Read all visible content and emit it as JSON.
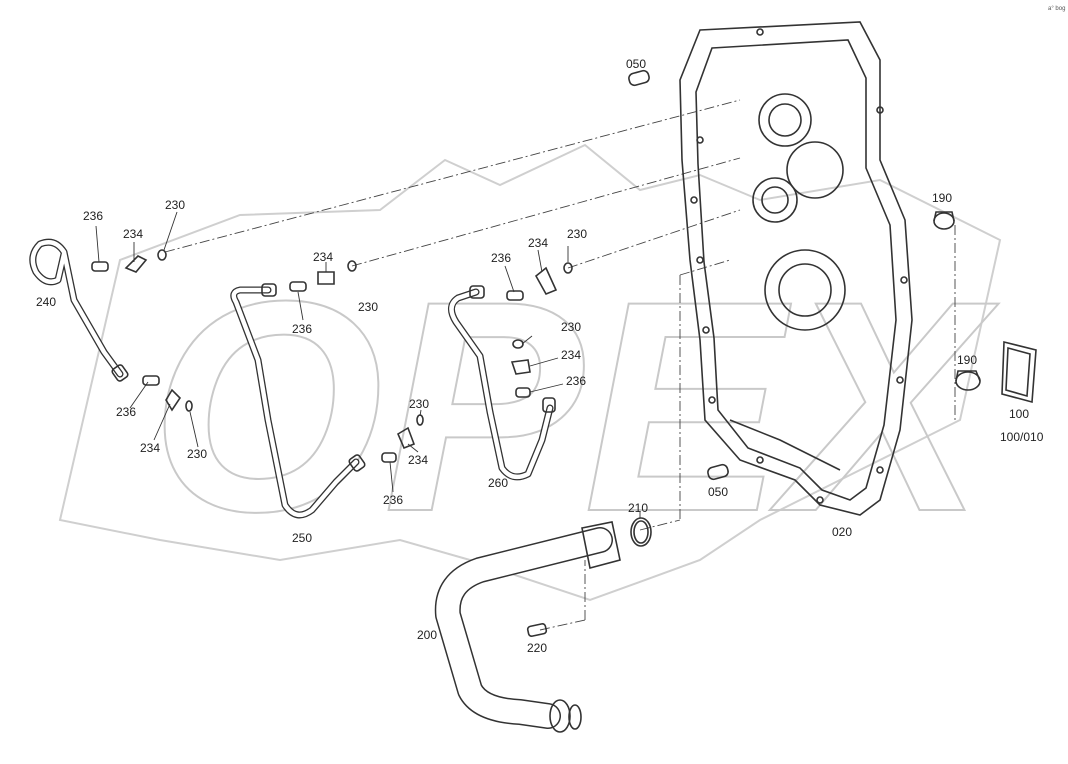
{
  "watermark": {
    "text": "OPEX"
  },
  "corner_mark": "a° bog",
  "callouts": {
    "c050a": "050",
    "c050b": "050",
    "c190a": "190",
    "c190b": "190",
    "c100": "100",
    "c100_010": "100/010",
    "c020": "020",
    "c210": "210",
    "c200": "200",
    "c220": "220",
    "c240": "240",
    "c250": "250",
    "c260": "260",
    "c230a": "230",
    "c230b": "230",
    "c230c": "230",
    "c230d": "230",
    "c230e": "230",
    "c230f": "230",
    "c234a": "234",
    "c234b": "234",
    "c234c": "234",
    "c234d": "234",
    "c234e": "234",
    "c234f": "234",
    "c236a": "236",
    "c236b": "236",
    "c236c": "236",
    "c236d": "236",
    "c236e": "236",
    "c236f": "236"
  }
}
